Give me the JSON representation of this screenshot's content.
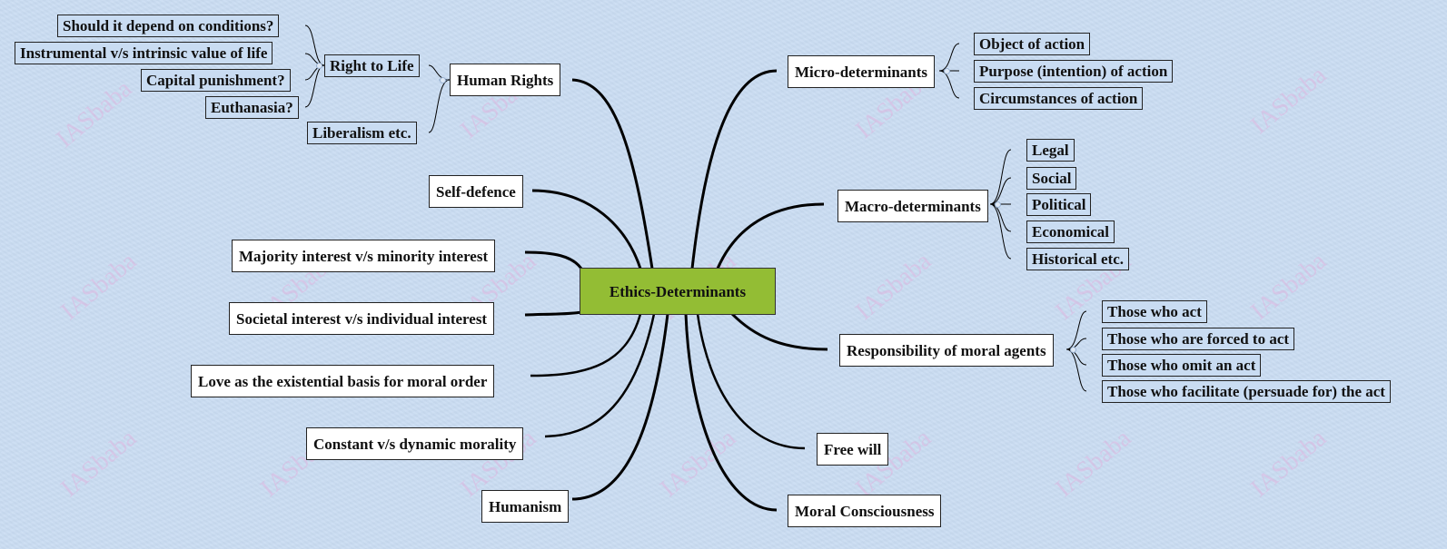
{
  "watermark": "IASbaba",
  "center": {
    "label": "Ethics-Determinants",
    "color": "#93bd34"
  },
  "left": {
    "human_rights": {
      "label": "Human Rights",
      "children": [
        {
          "label": "Right to Life",
          "children": [
            "Should it depend on conditions?",
            "Instrumental v/s intrinsic value of life",
            "Capital punishment?",
            "Euthanasia?"
          ]
        },
        {
          "label": "Liberalism etc."
        }
      ]
    },
    "self_defence": "Self-defence",
    "majority_interest": "Majority interest v/s minority interest",
    "societal_interest": "Societal interest v/s individual interest",
    "love": "Love as the existential basis for moral order",
    "constant_dynamic": "Constant v/s dynamic morality",
    "humanism": "Humanism"
  },
  "right": {
    "micro": {
      "label": "Micro-determinants",
      "children": [
        "Object of action",
        "Purpose (intention) of action",
        "Circumstances of action"
      ]
    },
    "macro": {
      "label": "Macro-determinants",
      "children": [
        "Legal",
        "Social",
        "Political",
        "Economical",
        "Historical etc."
      ]
    },
    "responsibility": {
      "label": "Responsibility of moral agents",
      "children": [
        "Those who act",
        "Those who are forced to act",
        "Those who omit an act",
        "Those who facilitate (persuade for) the act"
      ]
    },
    "free_will": "Free will",
    "moral_consciousness": "Moral Consciousness"
  }
}
